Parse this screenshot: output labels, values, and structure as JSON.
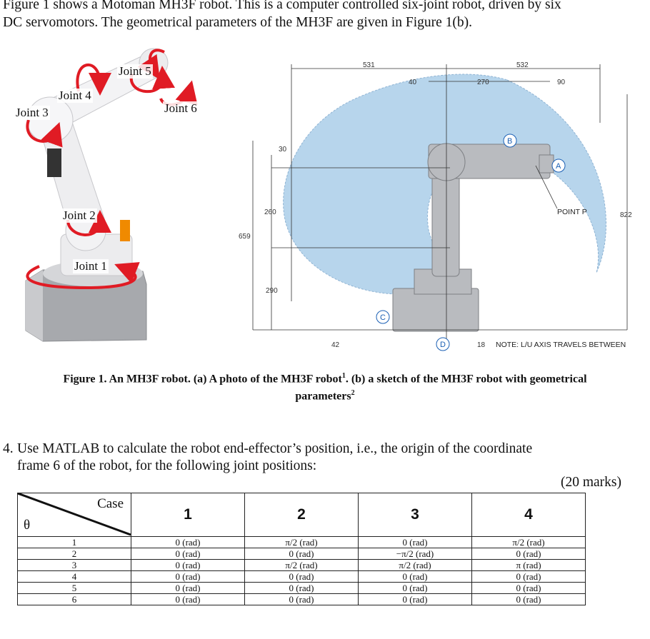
{
  "intro": {
    "line1": "Figure 1 shows a Motoman MH3F robot. This is a computer controlled six-joint robot, driven by six",
    "line2": "DC servomotors. The geometrical parameters of the MH3F are given in Figure 1(b)."
  },
  "photo": {
    "joints": [
      "Joint 1",
      "Joint 2",
      "Joint 3",
      "Joint 4",
      "Joint 5",
      "Joint 6"
    ],
    "colors": {
      "arrow": "#e01b24",
      "robot": "#e9e9ec",
      "base": "#a7a9ad"
    }
  },
  "sketch": {
    "dims": {
      "d531": "531",
      "d532": "532",
      "d40": "40",
      "d270": "270",
      "d90": "90",
      "d30": "30",
      "d260": "260",
      "d659": "659",
      "d290": "290",
      "d822": "822",
      "d42": "42",
      "d18": "18"
    },
    "tags": [
      "A",
      "B",
      "C",
      "D"
    ],
    "point_label": "POINT P",
    "note": "NOTE: L/U AXIS TRAVELS BETWEEN",
    "colors": {
      "envelope": "#b7d5ec",
      "robot": "#b9bbbf",
      "tag": "#1a5fb4"
    }
  },
  "caption": {
    "text": "Figure 1. An MH3F robot. (a) A photo of the MH3F robot",
    "sup1": "1",
    "text2": ". (b) a sketch of the MH3F robot with geometrical",
    "text3": "parameters",
    "sup2": "2"
  },
  "question": {
    "number": "4.",
    "line1": "Use MATLAB to calculate the robot end-effector’s position, i.e., the origin of the coordinate",
    "line2": "frame 6 of the robot, for the following joint positions:",
    "marks": "(20 marks)"
  },
  "table": {
    "corner_case": "Case",
    "corner_theta": "θ",
    "cases": [
      "1",
      "2",
      "3",
      "4"
    ],
    "rows": [
      {
        "theta": "1",
        "values": [
          "0 (rad)",
          "π/2 (rad)",
          "0 (rad)",
          "π/2 (rad)"
        ]
      },
      {
        "theta": "2",
        "values": [
          "0 (rad)",
          "0 (rad)",
          "−π/2 (rad)",
          "0 (rad)"
        ]
      },
      {
        "theta": "3",
        "values": [
          "0 (rad)",
          "π/2 (rad)",
          "π/2 (rad)",
          "π (rad)"
        ]
      },
      {
        "theta": "4",
        "values": [
          "0 (rad)",
          "0 (rad)",
          "0 (rad)",
          "0 (rad)"
        ]
      },
      {
        "theta": "5",
        "values": [
          "0 (rad)",
          "0 (rad)",
          "0 (rad)",
          "0 (rad)"
        ]
      },
      {
        "theta": "6",
        "values": [
          "0 (rad)",
          "0 (rad)",
          "0 (rad)",
          "0 (rad)"
        ]
      }
    ]
  }
}
